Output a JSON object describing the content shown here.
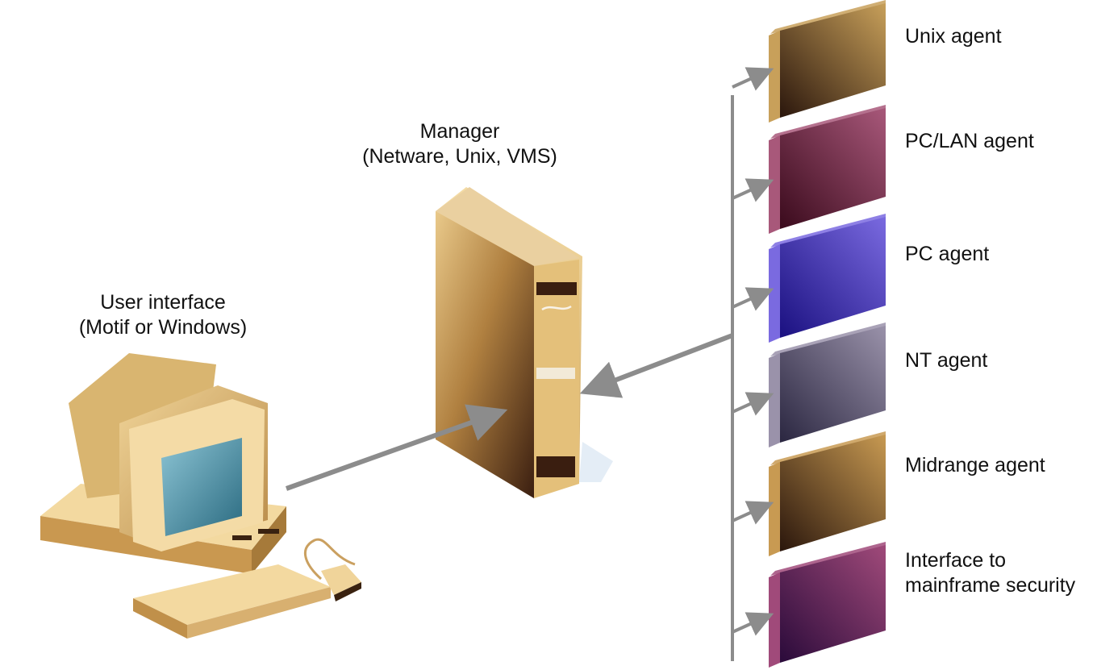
{
  "user_interface": {
    "line1": "User interface",
    "line2": "(Motif or Windows)"
  },
  "manager": {
    "line1": "Manager",
    "line2": "(Netware, Unix, VMS)"
  },
  "agents": [
    {
      "label": "Unix agent",
      "color_light": "#c8a05a",
      "color_dark": "#2a160c"
    },
    {
      "label": "PC/LAN agent",
      "color_light": "#a8587a",
      "color_dark": "#3a0a1c"
    },
    {
      "label": "PC agent",
      "color_light": "#7a6ae0",
      "color_dark": "#1a1080"
    },
    {
      "label": "NT agent",
      "color_light": "#9a92aa",
      "color_dark": "#2a2640"
    },
    {
      "label": "Midrange agent",
      "color_light": "#c89a52",
      "color_dark": "#2a160c"
    },
    {
      "label": "Interface to",
      "label2": "mainframe security",
      "color_light": "#a04a7a",
      "color_dark": "#2a0a3a"
    }
  ],
  "colors": {
    "connector": "#8c8c8c",
    "tower": "#d6ad62",
    "monitor_screen": "#3a7f93"
  }
}
